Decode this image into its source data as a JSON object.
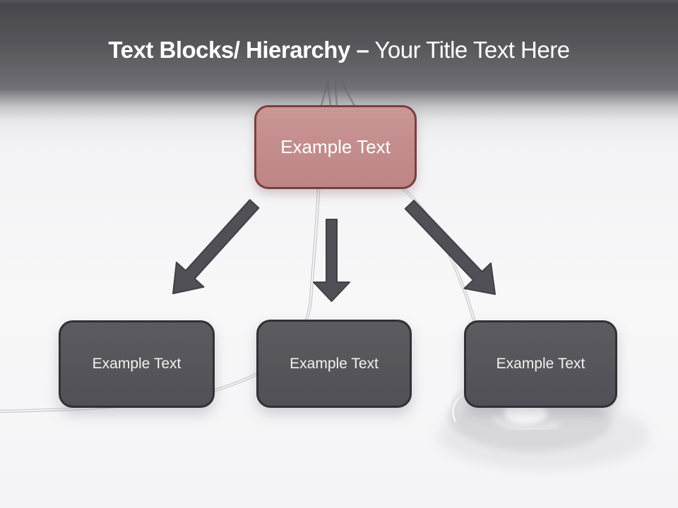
{
  "slide": {
    "title": {
      "bold": "Text Blocks/ Hierarchy –",
      "regular": " Your Title Text Here"
    },
    "diagram": {
      "root": {
        "label": "Example Text"
      },
      "children": [
        {
          "label": "Example Text"
        },
        {
          "label": "Example Text"
        },
        {
          "label": "Example Text"
        }
      ],
      "connectors": [
        "arrow-down-left",
        "arrow-down",
        "arrow-down-right"
      ]
    },
    "colors": {
      "header_top": "#47474c",
      "header_mid": "#6a6a6f",
      "body_background": "#f5f5f7",
      "title_text": "#ffffff",
      "root_fill": "#c48e8e",
      "root_border": "#7d3e3e",
      "child_fill": "#56565b",
      "child_border": "#303036",
      "arrow_fill": "#505056",
      "box_text": "#ffffff"
    }
  }
}
